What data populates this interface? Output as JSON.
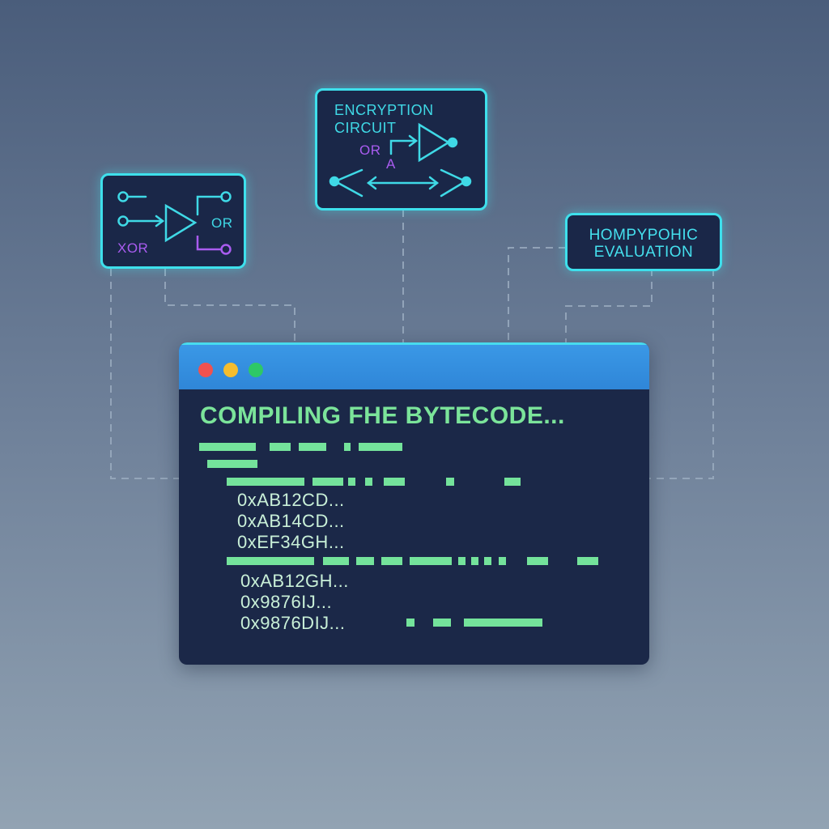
{
  "circuit_card": {
    "label_or": "OR",
    "label_xor": "XOR"
  },
  "encryption_card": {
    "title_line1": "ENCRYPTION",
    "title_line2": "CIRCUIT",
    "label_or": "OR",
    "label_a": "A"
  },
  "homomorphic_card": {
    "title_line1": "HOMPYPOHIC",
    "title_line2": "EVALUATION"
  },
  "terminal": {
    "window_controls": [
      "close",
      "minimize",
      "maximize"
    ],
    "heading": "COMPILING FHE BYTECODE...",
    "hex_lines": [
      "0xAB12CD...",
      "0xAB14CD...",
      "0xEF34GH...",
      "0xAB12GH...",
      "0x9876IJ...",
      "0x9876DIJ..."
    ]
  },
  "colors": {
    "accent_cyan": "#3ee0ec",
    "accent_purple": "#a95cf0",
    "terminal_green": "#7be49a",
    "close_dot": "#f0524f",
    "minimize_dot": "#f5bd2e",
    "maximize_dot": "#2ec866"
  }
}
